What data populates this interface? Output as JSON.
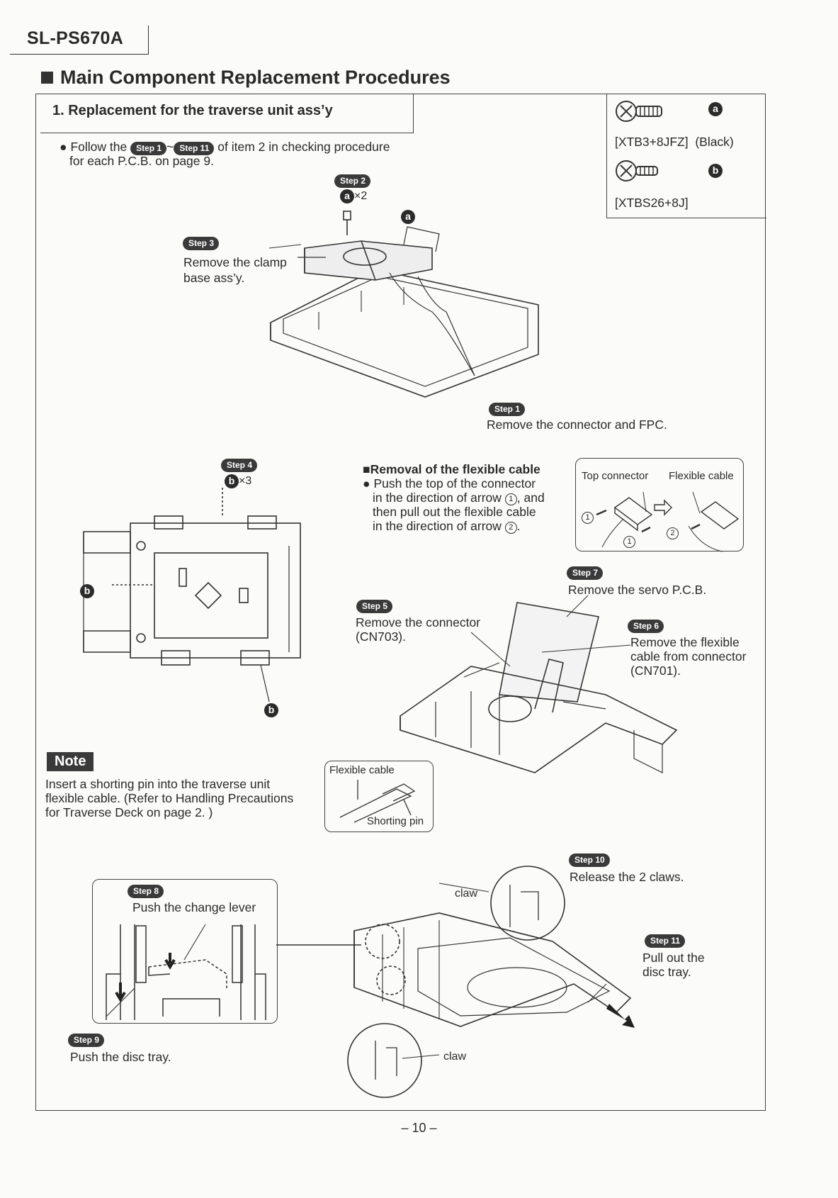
{
  "header": {
    "model": "SL-PS670A",
    "title": "Main Component Replacement Procedures"
  },
  "section": {
    "title": "1. Replacement for the traverse unit ass’y"
  },
  "intro": {
    "follow": "Follow the",
    "step1": "Step 1",
    "dash": "~",
    "step11": "Step 11",
    "rest": "of item 2 in checking procedure",
    "line2": "for each P.C.B. on page 9."
  },
  "screws": {
    "a": {
      "letter": "a",
      "part": "[XTB3+8JFZ]",
      "color": "(Black)"
    },
    "b": {
      "letter": "b",
      "part": "[XTBS26+8J]"
    }
  },
  "steps": {
    "s1": {
      "badge": "Step 1",
      "text": "Remove the connector and FPC."
    },
    "s2": {
      "badge": "Step 2",
      "qty_letter": "a",
      "qty": "×2"
    },
    "s3": {
      "badge": "Step 3",
      "line1": "Remove the clamp",
      "line2": "base ass’y."
    },
    "s4": {
      "badge": "Step 4",
      "qty_letter": "b",
      "qty": "×3"
    },
    "s5": {
      "badge": "Step 5",
      "line1": "Remove the connector",
      "line2": "(CN703)."
    },
    "s6": {
      "badge": "Step 6",
      "line1": "Remove the flexible",
      "line2": "cable from connector",
      "line3": "(CN701)."
    },
    "s7": {
      "badge": "Step 7",
      "text": "Remove the servo P.C.B."
    },
    "s8": {
      "badge": "Step 8",
      "text": "Push the change lever"
    },
    "s9": {
      "badge": "Step 9",
      "text": "Push the disc tray."
    },
    "s10": {
      "badge": "Step 10",
      "text": "Release the 2 claws."
    },
    "s11": {
      "badge": "Step 11",
      "line1": "Pull out the",
      "line2": "disc tray."
    }
  },
  "diagram_labels": {
    "a": "a",
    "b": "b",
    "claw": "claw",
    "arrow1": "1",
    "arrow2": "2"
  },
  "flex_removal": {
    "title": "Removal of the flexible cable",
    "l1": "Push the top of the connector",
    "l2a": "in the direction of arrow",
    "l2n": "1",
    "l2b": ", and",
    "l3": "then pull out the flexible cable",
    "l4a": "in the direction of arrow",
    "l4n": "2",
    "l4b": ".",
    "top_connector": "Top connector",
    "flexible_cable": "Flexible cable"
  },
  "note": {
    "badge": "Note",
    "l1": "Insert a shorting pin into the traverse unit",
    "l2": "flexible cable.  (Refer to Handling Precautions",
    "l3": "for Traverse Deck on page 2. )",
    "inset_flex": "Flexible cable",
    "inset_pin": "Shorting pin"
  },
  "footer": {
    "page": "– 10 –"
  }
}
